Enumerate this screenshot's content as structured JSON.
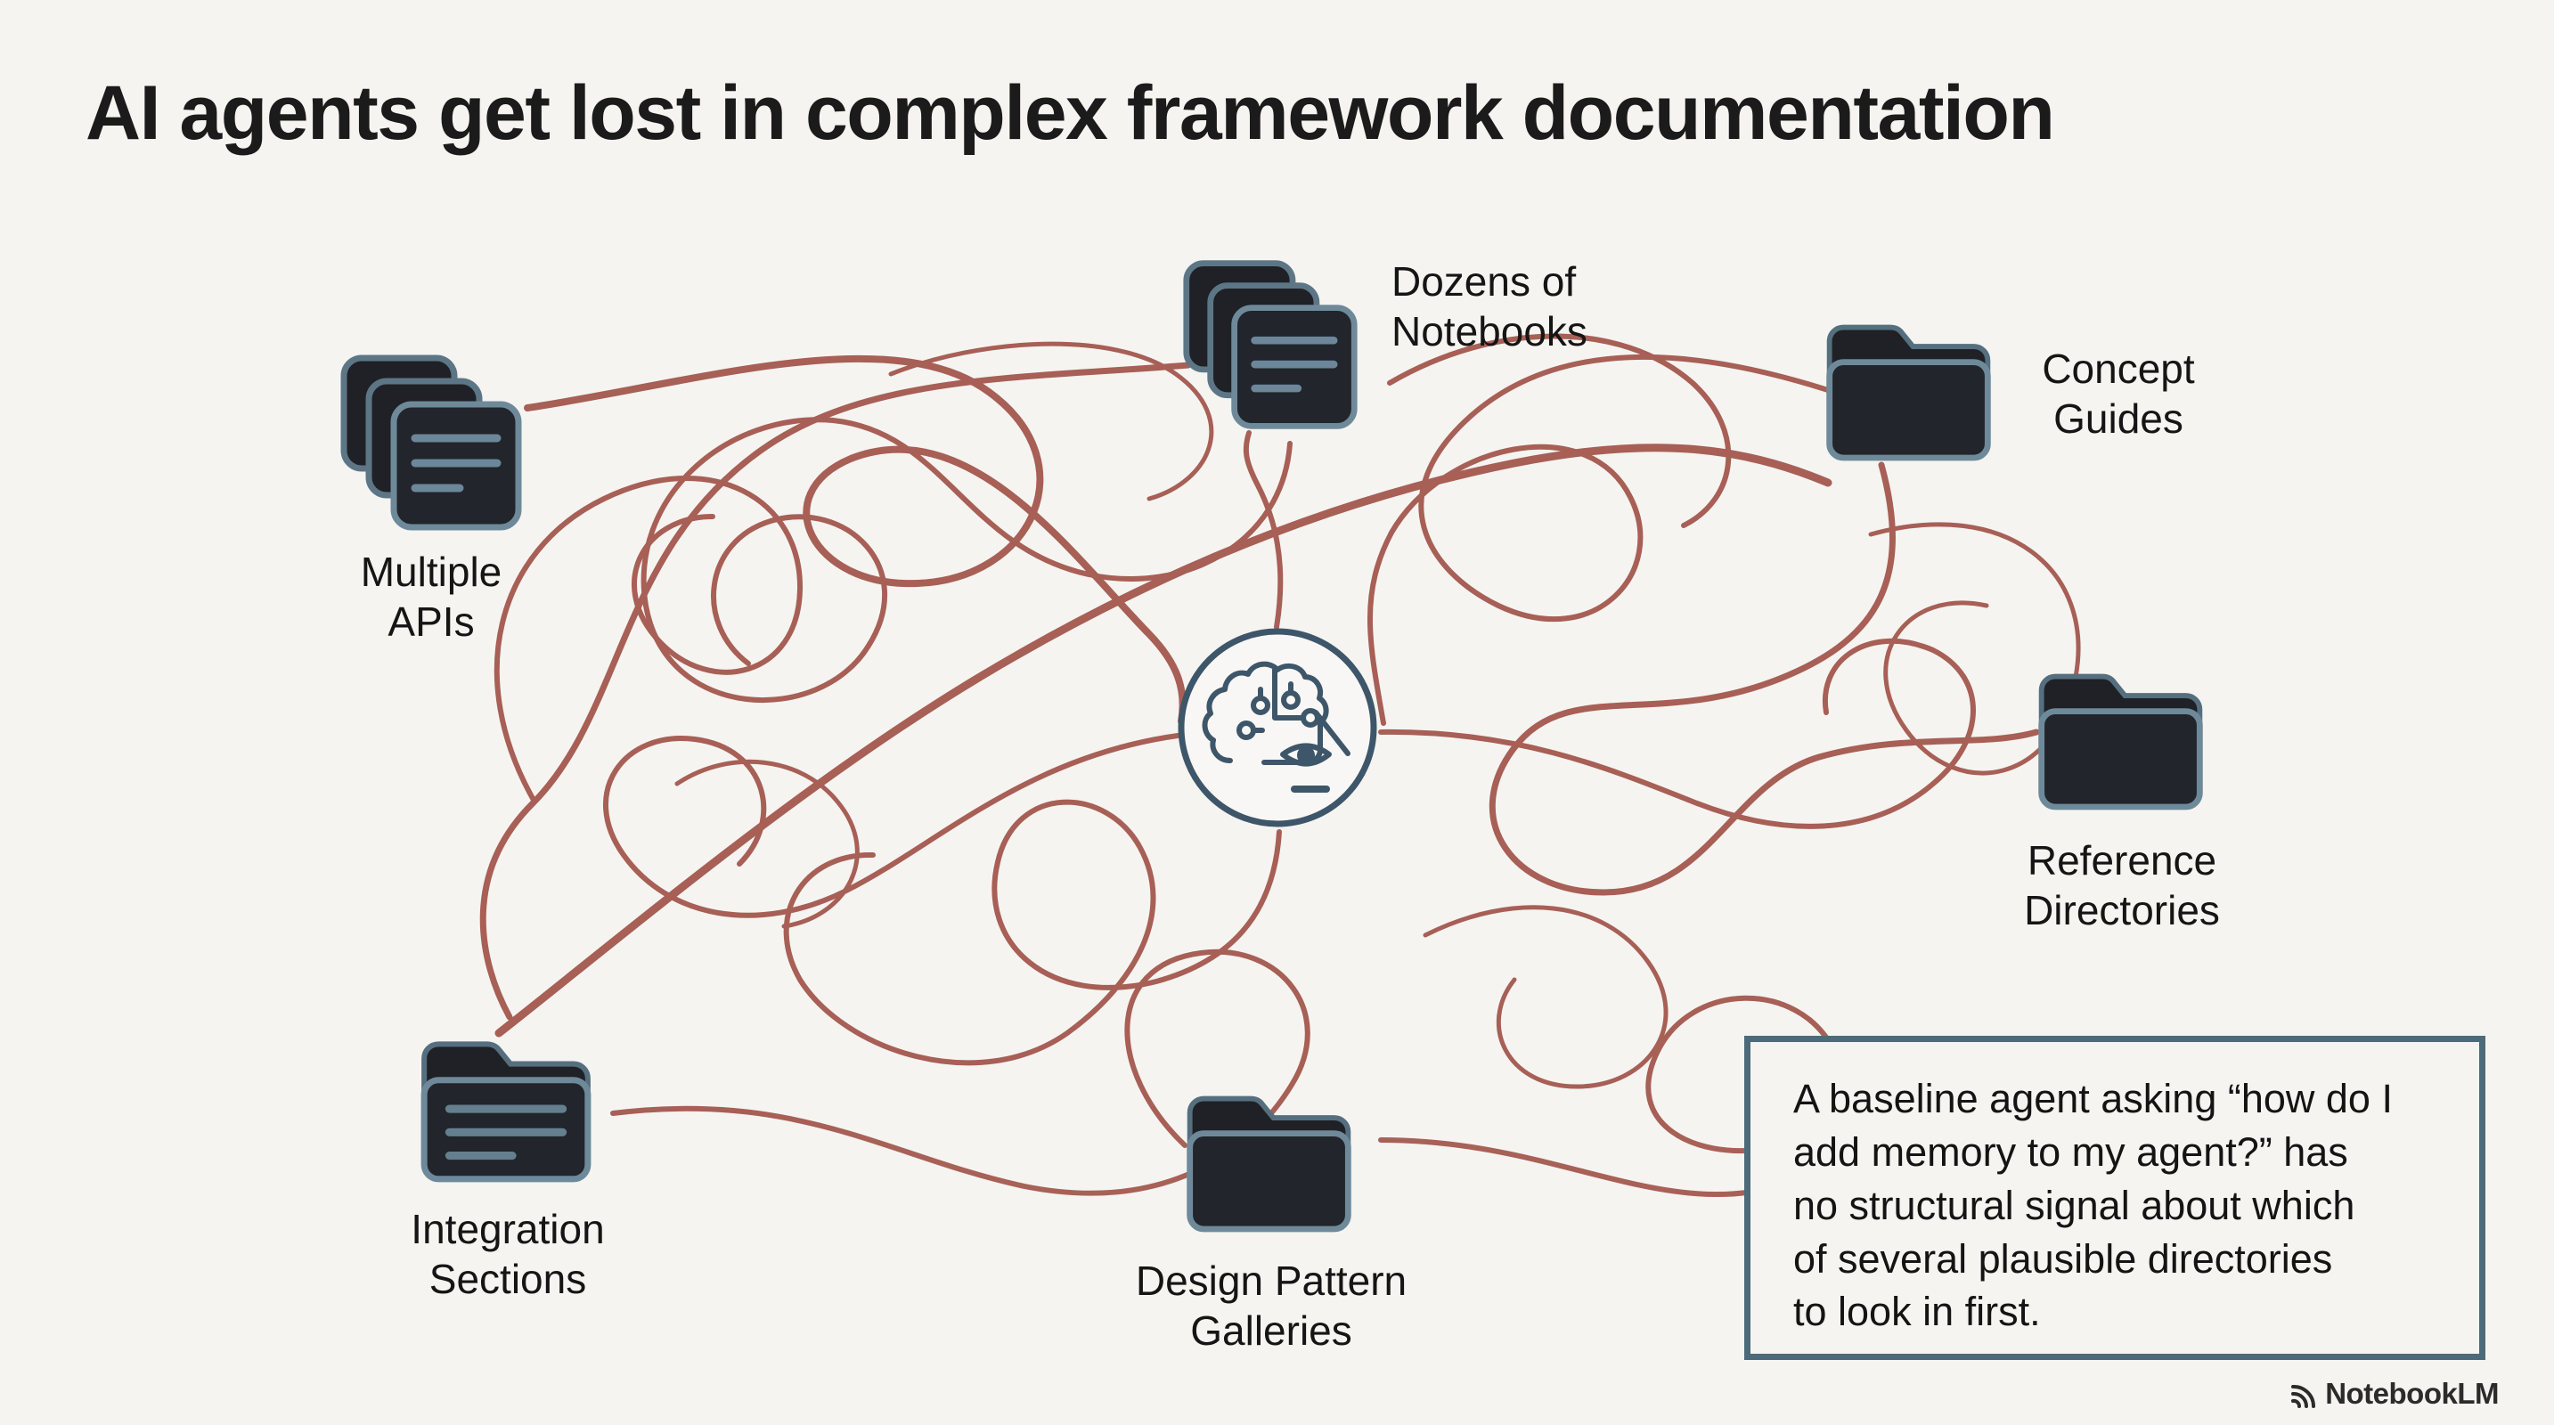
{
  "title": "AI agents get lost in complex framework documentation",
  "nodes": [
    {
      "id": "multiple-apis",
      "label": "Multiple\nAPIs",
      "icon": "document-stack-icon"
    },
    {
      "id": "dozens-of-notebooks",
      "label": "Dozens of\nNotebooks",
      "icon": "document-stack-icon"
    },
    {
      "id": "concept-guides",
      "label": "Concept\nGuides",
      "icon": "folder-icon"
    },
    {
      "id": "reference-directories",
      "label": "Reference\nDirectories",
      "icon": "folder-icon"
    },
    {
      "id": "integration-sections",
      "label": "Integration\nSections",
      "icon": "folder-with-lines-icon"
    },
    {
      "id": "design-pattern-galleries",
      "label": "Design Pattern\nGalleries",
      "icon": "folder-icon"
    }
  ],
  "center": {
    "icon": "ai-brain-eye-icon"
  },
  "callout": {
    "text": "A baseline agent asking “how do I\nadd memory to my agent?” has\nno structural signal about which\nof several plausible directories\nto look in first."
  },
  "watermark": {
    "label": "NotebookLM"
  },
  "colors": {
    "background": "#f5f4f1",
    "tangle_line": "#a3584e",
    "icon_fill": "#1f2126",
    "icon_stroke": "#5d7686",
    "icon_stroke_front": "#6e8a9a",
    "center_stroke": "#3e5669",
    "callout_border": "#4d6a7a",
    "text": "#151515"
  }
}
